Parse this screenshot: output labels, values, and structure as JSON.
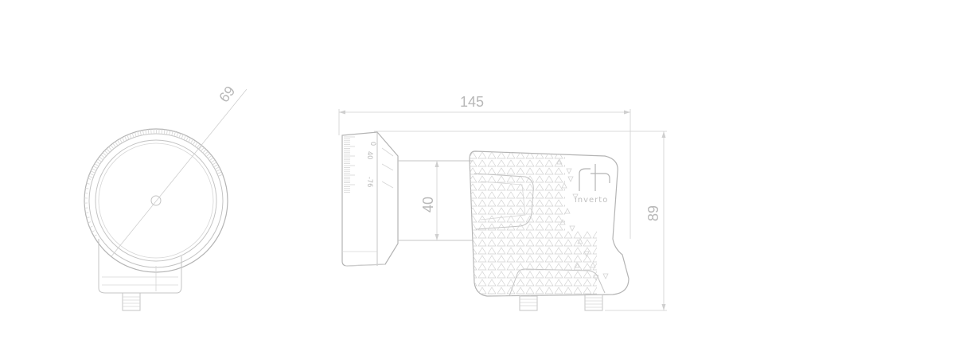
{
  "dimensions": {
    "diameter": "69",
    "length": "145",
    "height": "89",
    "neck": "40"
  },
  "scale_marks": {
    "mark_top": "0",
    "mark_mid": "40",
    "mark_low": "-76"
  },
  "brand": {
    "name": "inverto"
  },
  "colors": {
    "line": "#c4c4c4",
    "text": "#b8b8b8"
  }
}
